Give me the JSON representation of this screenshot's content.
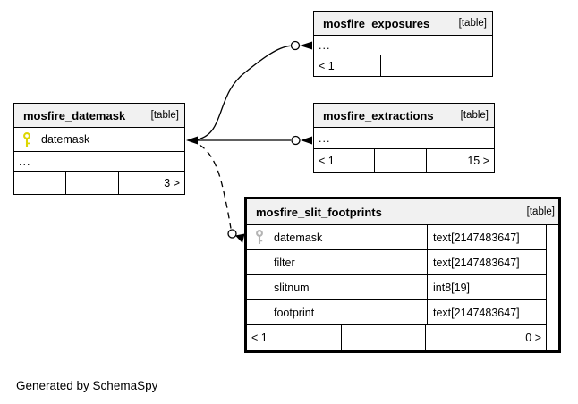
{
  "diagram": {
    "caption": "Generated by SchemaSpy"
  },
  "colors": {
    "border": "#000000",
    "header_bg": "#f1f1f1",
    "primary_key_icon": "#ddd600",
    "foreign_key_icon": "#b4b4b4",
    "background": "#ffffff"
  },
  "tables": {
    "datemask": {
      "name": "mosfire_datemask",
      "tag": "[table]",
      "columns": [
        {
          "name": "datemask",
          "key": "primary"
        }
      ],
      "more_indicator": "...",
      "footer": {
        "left": "",
        "mid": "",
        "right": "3 >"
      }
    },
    "exposures": {
      "name": "mosfire_exposures",
      "tag": "[table]",
      "more_indicator": "...",
      "footer": {
        "left": "< 1",
        "mid": "",
        "right": ""
      }
    },
    "extractions": {
      "name": "mosfire_extractions",
      "tag": "[table]",
      "more_indicator": "...",
      "footer": {
        "left": "< 1",
        "mid": "",
        "right": "15 >"
      }
    },
    "slit_footprints": {
      "name": "mosfire_slit_footprints",
      "tag": "[table]",
      "rows": [
        {
          "name": "datemask",
          "type": "text[2147483647]",
          "key": "foreign"
        },
        {
          "name": "filter",
          "type": "text[2147483647]",
          "key": ""
        },
        {
          "name": "slitnum",
          "type": "int8[19]",
          "key": ""
        },
        {
          "name": "footprint",
          "type": "text[2147483647]",
          "key": ""
        }
      ],
      "footer": {
        "left": "< 1",
        "mid": "",
        "right": "0 >"
      }
    }
  },
  "relationships": [
    {
      "from": "mosfire_datemask.datemask",
      "to": "mosfire_exposures",
      "line": "solid"
    },
    {
      "from": "mosfire_datemask.datemask",
      "to": "mosfire_extractions",
      "line": "solid"
    },
    {
      "from": "mosfire_datemask.datemask",
      "to": "mosfire_slit_footprints",
      "line": "dashed"
    }
  ]
}
